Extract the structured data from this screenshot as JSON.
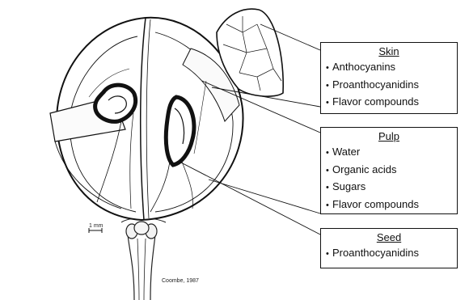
{
  "boxes": {
    "skin": {
      "title": "Skin",
      "items": [
        "Anthocyanins",
        "Proanthocyanidins",
        "Flavor compounds"
      ]
    },
    "pulp": {
      "title": "Pulp",
      "items": [
        "Water",
        "Organic acids",
        "Sugars",
        "Flavor compounds"
      ]
    },
    "seed": {
      "title": "Seed",
      "items": [
        "Proanthocyanidins"
      ]
    }
  },
  "scale_label": "1 mm",
  "credit": "Coombe, 1987"
}
